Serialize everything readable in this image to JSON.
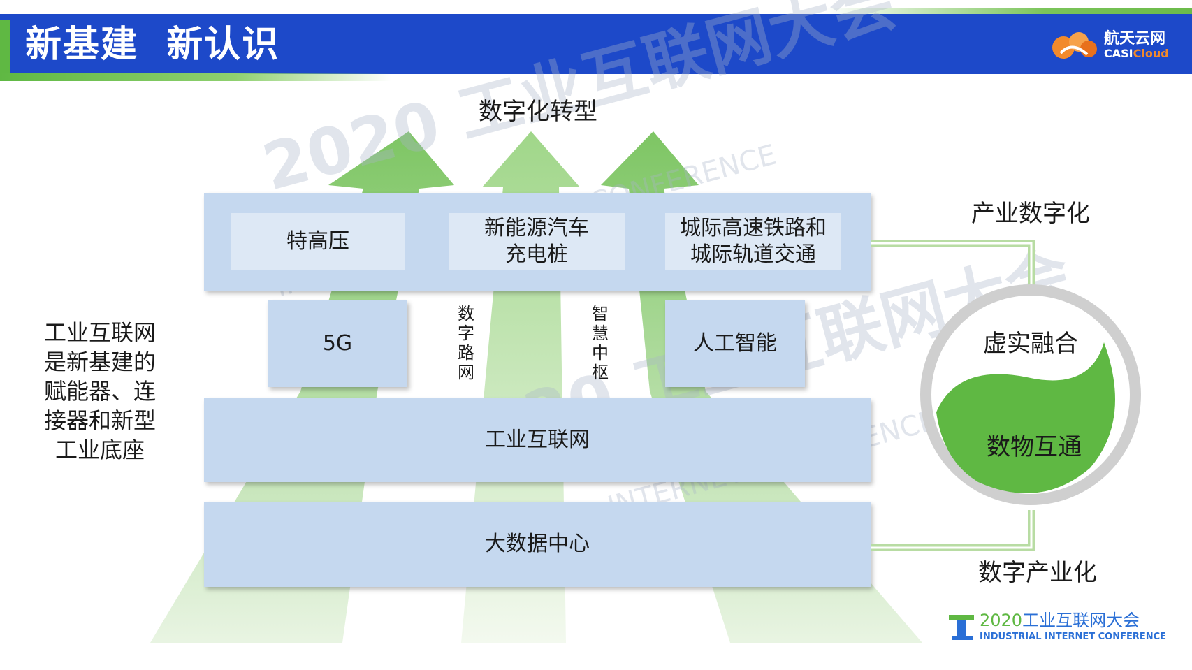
{
  "header": {
    "title": "新基建  新认识",
    "logo_cn": "航天云网",
    "logo_en_a": "CASI",
    "logo_en_b": "Cloud"
  },
  "diagram": {
    "top_label": "数字化转型",
    "top_band": {
      "items": [
        "特高压",
        "新能源汽车\n充电桩",
        "城际高速铁路和\n城际轨道交通"
      ]
    },
    "mid_left": "5G",
    "mid_vert_1": "数字路网",
    "mid_vert_2": "智慧中枢",
    "mid_right": "人工智能",
    "band_industrial": "工业互联网",
    "band_bigdata": "大数据中心",
    "left_text": "工业互联网\n是新基建的\n赋能器、连\n接器和新型\n工业底座",
    "right_top": "产业数字化",
    "right_bottom": "数字产业化",
    "circle_top": "虚实融合",
    "circle_bottom": "数物互通"
  },
  "watermark": {
    "big_cn": "2020 工业互联网大会",
    "big_en": "INDUSTRIAL INTERNET CONFERENCE"
  },
  "footer_logo": {
    "year": "2020",
    "cn": "工业互联网大会",
    "en": "INDUSTRIAL INTERNET CONFERENCE"
  },
  "colors": {
    "header_blue": "#1d49c9",
    "accent_green": "#5fb843",
    "box_blue": "#c5d8ef",
    "logo_orange": "#f28a2c"
  }
}
